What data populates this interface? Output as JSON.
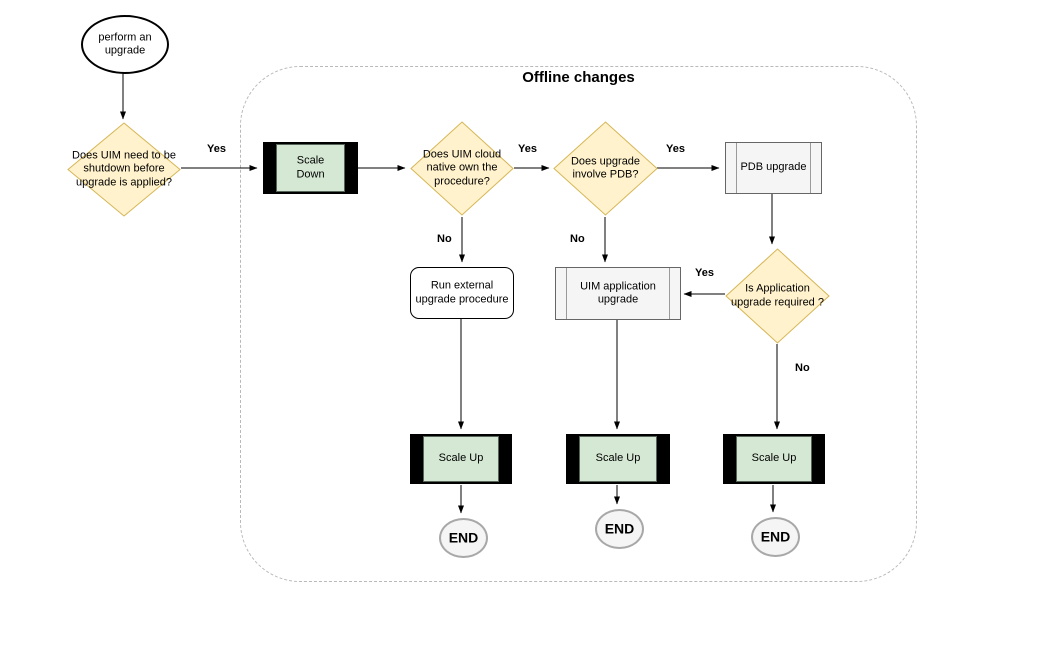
{
  "diagram": {
    "container_title": "Offline changes"
  },
  "colors": {
    "decision_fill": "#fff2cc",
    "decision_border": "#d6b656",
    "scale_fill": "#d5e8d4",
    "scale_bar": "#000000",
    "process_fill": "#f5f5f5",
    "process_border": "#666666",
    "end_fill": "#f5f5f5"
  },
  "nodes": {
    "start": {
      "shape": "ellipse",
      "label": "perform an upgrade"
    },
    "decision_shutdown": {
      "shape": "diamond",
      "label": "Does UIM need to be shutdown before upgrade is applied?"
    },
    "scale_down": {
      "shape": "process-green",
      "label": "Scale Down"
    },
    "decision_cloud_native": {
      "shape": "diamond",
      "label": "Does UIM cloud native own the procedure?"
    },
    "decision_pdb": {
      "shape": "diamond",
      "label": "Does upgrade involve PDB?"
    },
    "pdb_upgrade": {
      "shape": "process-gray",
      "label": "PDB upgrade"
    },
    "decision_app_upgrade": {
      "shape": "diamond",
      "label": "Is Application upgrade required ?"
    },
    "run_external": {
      "shape": "rounded-rect",
      "label": "Run external upgrade procedure"
    },
    "uim_app_upgrade": {
      "shape": "process-gray",
      "label": "UIM application upgrade"
    },
    "scale_up_1": {
      "shape": "process-green",
      "label": "Scale Up"
    },
    "scale_up_2": {
      "shape": "process-green",
      "label": "Scale Up"
    },
    "scale_up_3": {
      "shape": "process-green",
      "label": "Scale Up"
    },
    "end_1": {
      "shape": "terminator",
      "label": "END"
    },
    "end_2": {
      "shape": "terminator",
      "label": "END"
    },
    "end_3": {
      "shape": "terminator",
      "label": "END"
    }
  },
  "edge_labels": {
    "shutdown_yes": "Yes",
    "cloud_native_yes": "Yes",
    "pdb_yes": "Yes",
    "app_upgrade_yes": "Yes",
    "cloud_native_no": "No",
    "pdb_no": "No",
    "app_upgrade_no": "No"
  }
}
